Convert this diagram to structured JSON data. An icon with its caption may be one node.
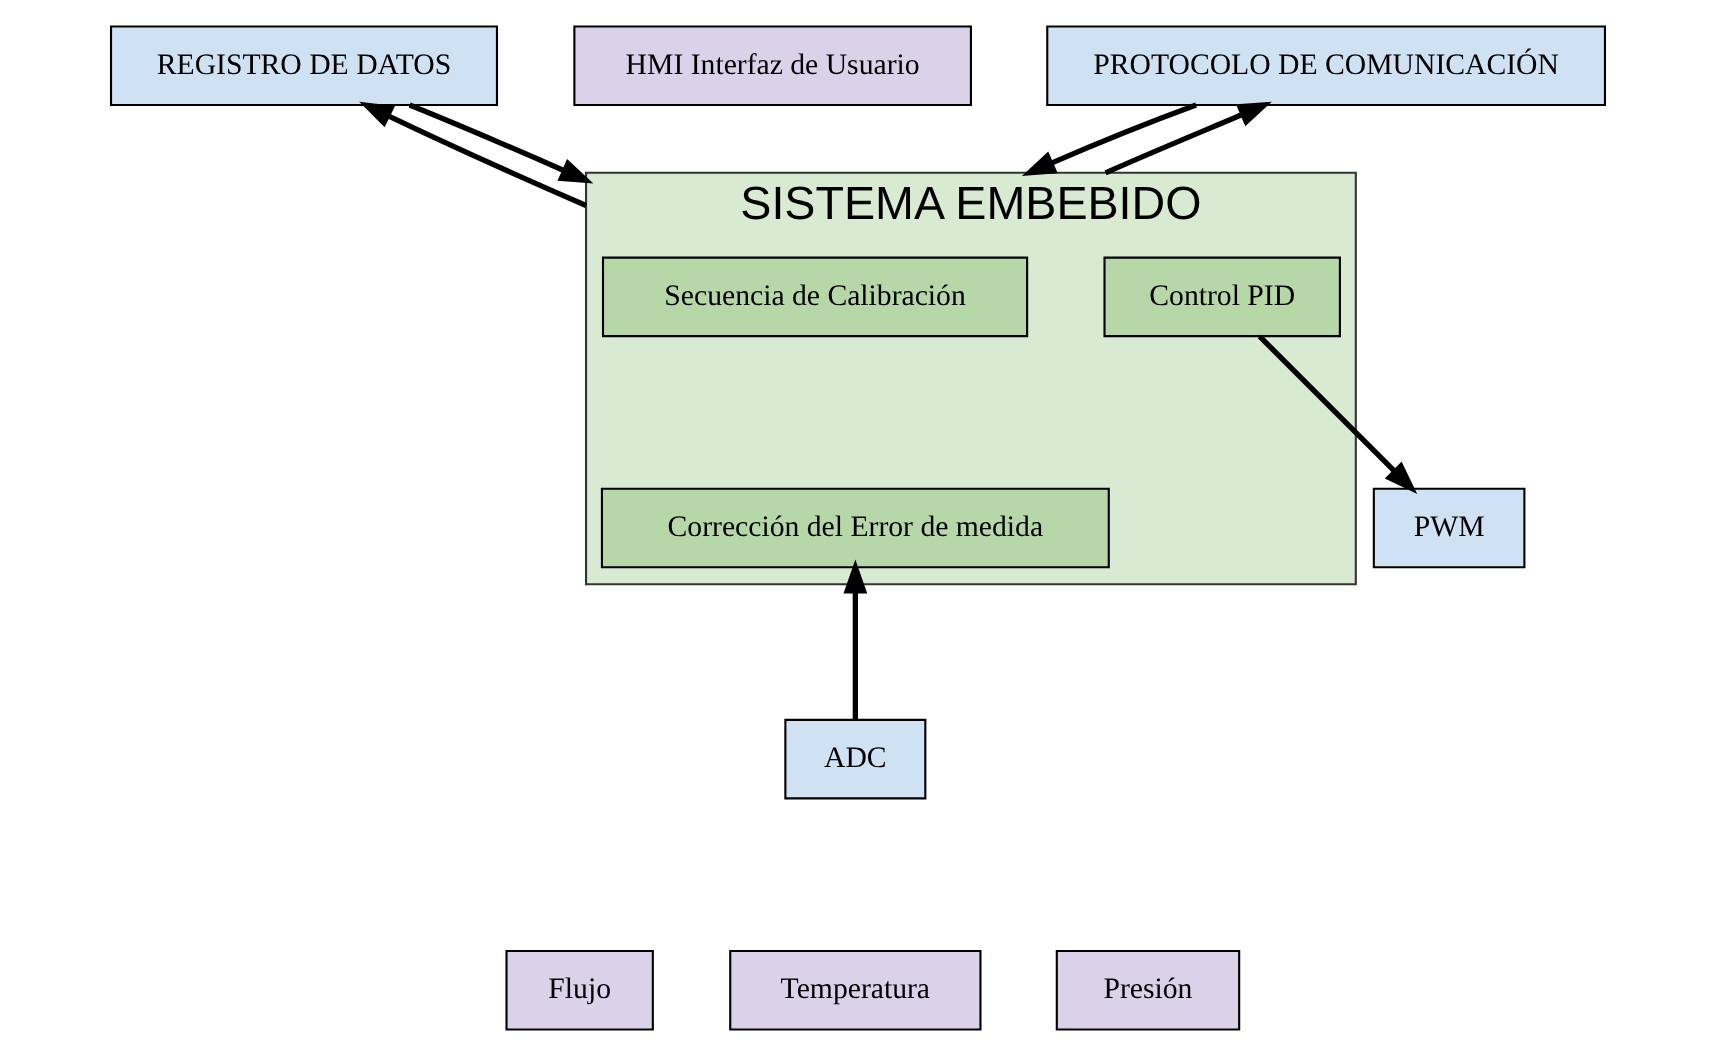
{
  "diagram": {
    "nodes": [
      {
        "text": [
          "REGISTRO DE DATOS"
        ]
      },
      {
        "text": [
          "HMI Interfaz de Usuario"
        ]
      },
      {
        "text": [
          "PROTOCOLO DE COMUNICACIÓN"
        ]
      },
      {
        "text": [
          "SISTEMA EMBEBIDO"
        ]
      },
      {
        "text": [
          "Secuencia de Calibración"
        ],
        "in": 3
      },
      {
        "text": [
          "Control PID"
        ],
        "in": 3
      },
      {
        "text": [
          "Corrección del Error de medida"
        ],
        "in": 3
      },
      {
        "text": [
          "PWM"
        ]
      },
      {
        "text": [
          "ADC"
        ]
      },
      {
        "text": [
          "Flujo"
        ]
      },
      {
        "text": [
          "Temperatura"
        ]
      },
      {
        "text": [
          "Presión"
        ]
      }
    ],
    "edges": [
      {
        "from": 3,
        "to": 0,
        "arrow": "to"
      },
      {
        "from": 0,
        "to": 3,
        "arrow": "to"
      },
      {
        "from": 2,
        "to": 3,
        "arrow": "to"
      },
      {
        "from": 3,
        "to": 2,
        "arrow": "to"
      },
      {
        "from": 5,
        "to": 7,
        "arrow": "to"
      },
      {
        "from": 8,
        "to": 6,
        "arrow": "to"
      }
    ]
  }
}
